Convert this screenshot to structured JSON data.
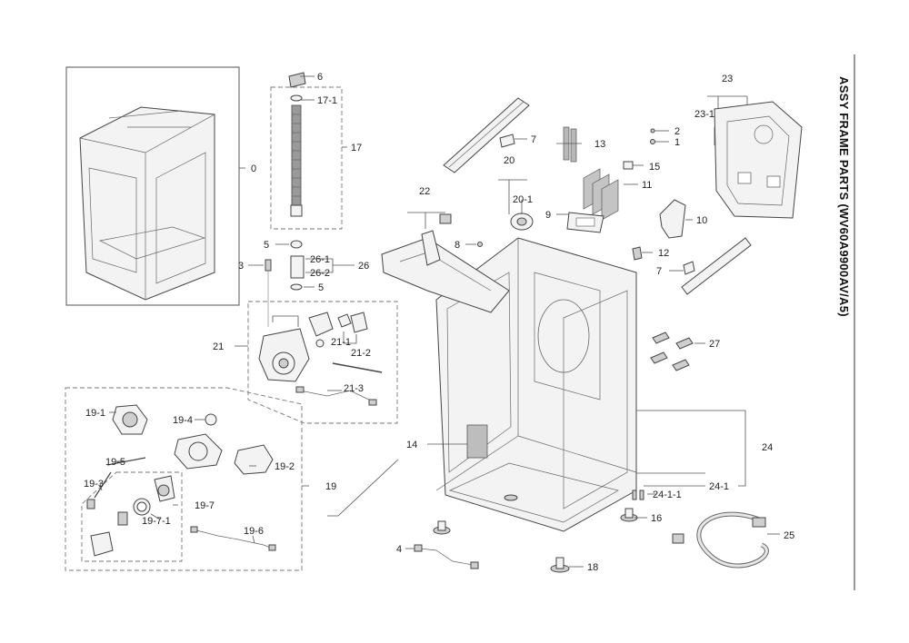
{
  "title": "ASSY FRAME PARTS (WV60A9900AV/A5)",
  "labels": [
    "0",
    "6",
    "17-1",
    "17",
    "5",
    "3",
    "26-1",
    "26",
    "26-2",
    "5",
    "21",
    "21-1",
    "21-2",
    "21-3",
    "19-1",
    "19-4",
    "19-5",
    "19-3",
    "19-2",
    "19",
    "19-7",
    "19-7-1",
    "19-6",
    "22",
    "7",
    "20",
    "20-1",
    "13",
    "15",
    "11",
    "9",
    "2",
    "1",
    "23",
    "23-1",
    "10",
    "8",
    "12",
    "7",
    "27",
    "14",
    "24",
    "24-1",
    "24-1-1",
    "16",
    "25",
    "4",
    "18"
  ]
}
